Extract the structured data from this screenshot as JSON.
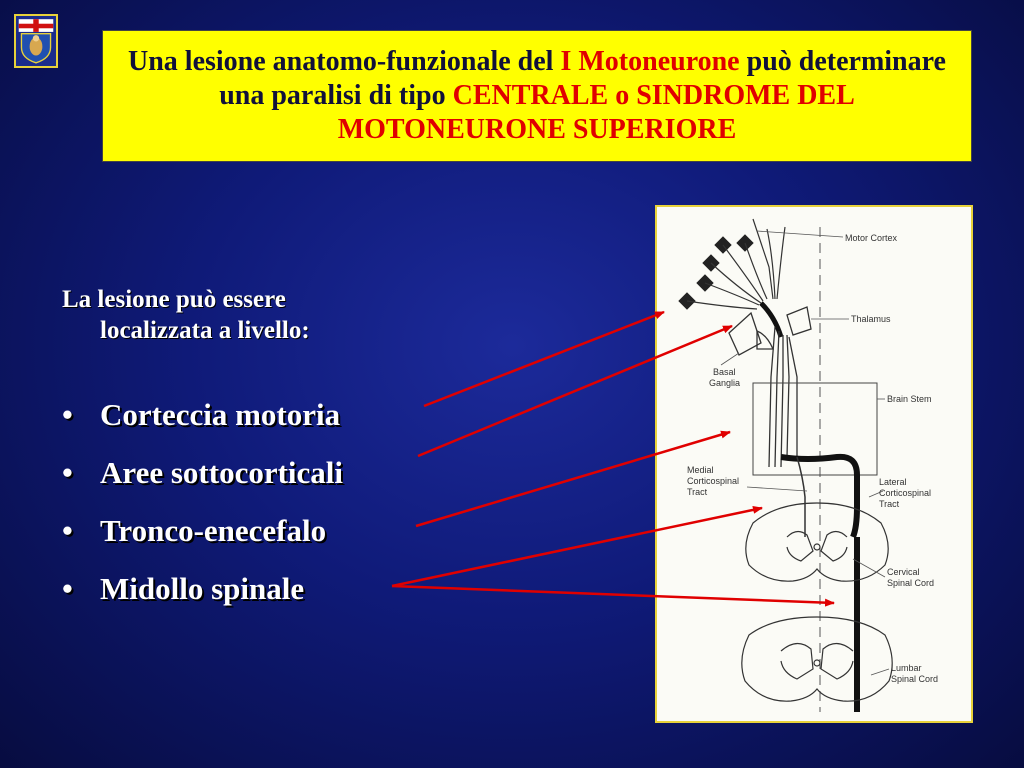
{
  "title": {
    "part1": "Una lesione anatomo-funzionale del ",
    "highlight1": "I Motoneurone",
    "part2": " può determinare una paralisi di tipo ",
    "highlight2": "CENTRALE o SINDROME DEL MOTONEURONE SUPERIORE"
  },
  "intro": {
    "line1": "La lesione può essere",
    "line2": "localizzata a livello:"
  },
  "bullets": [
    "Corteccia motoria",
    "Aree sottocorticali",
    "Tronco-enecefalo",
    "Midollo spinale"
  ],
  "figure_labels": {
    "motor_cortex": "Motor Cortex",
    "thalamus": "Thalamus",
    "basal": "Basal",
    "ganglia": "Ganglia",
    "brain_stem": "Brain Stem",
    "medial1": "Medial",
    "medial2": "Corticospinal",
    "medial3": "Tract",
    "lateral1": "Lateral",
    "lateral2": "Corticospinal",
    "lateral3": "Tract",
    "cervical1": "Cervical",
    "cervical2": "Spinal Cord",
    "lumbar1": "Lumbar",
    "lumbar2": "Spinal Cord"
  },
  "colors": {
    "title_background": "#ffff00",
    "highlight": "#e00000",
    "arrow": "#e00000"
  }
}
